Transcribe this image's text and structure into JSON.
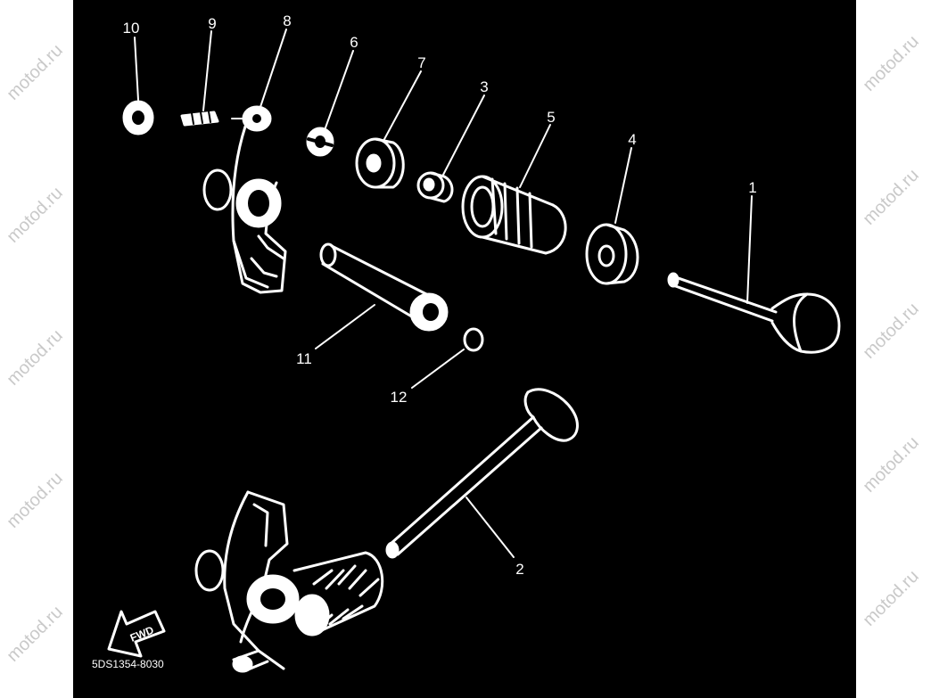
{
  "diagram": {
    "callouts": [
      "1",
      "2",
      "3",
      "4",
      "5",
      "6",
      "7",
      "8",
      "9",
      "10",
      "11",
      "12"
    ],
    "fwd_label": "FWD",
    "part_code": "5DS1354-8030",
    "watermark": "motod.ru"
  },
  "colors": {
    "background": "#000000",
    "line": "#ffffff",
    "page": "#ffffff"
  }
}
